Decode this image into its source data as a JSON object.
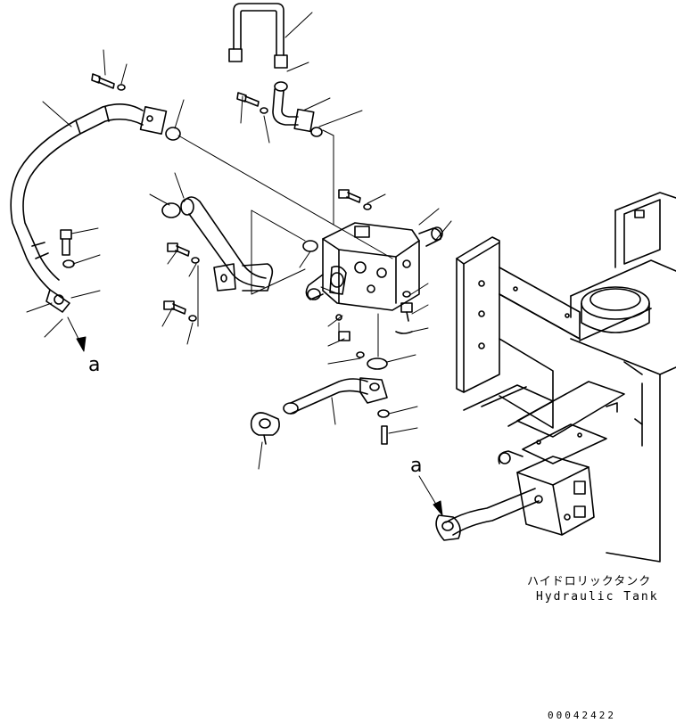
{
  "labels": {
    "tank_jp": "ハイドロリックタンク",
    "tank_en": "Hydraulic Tank",
    "drawing_no": "00042422",
    "callout_left": "a",
    "callout_right": "a"
  },
  "colors": {
    "line": "#000000",
    "background": "#ffffff"
  }
}
